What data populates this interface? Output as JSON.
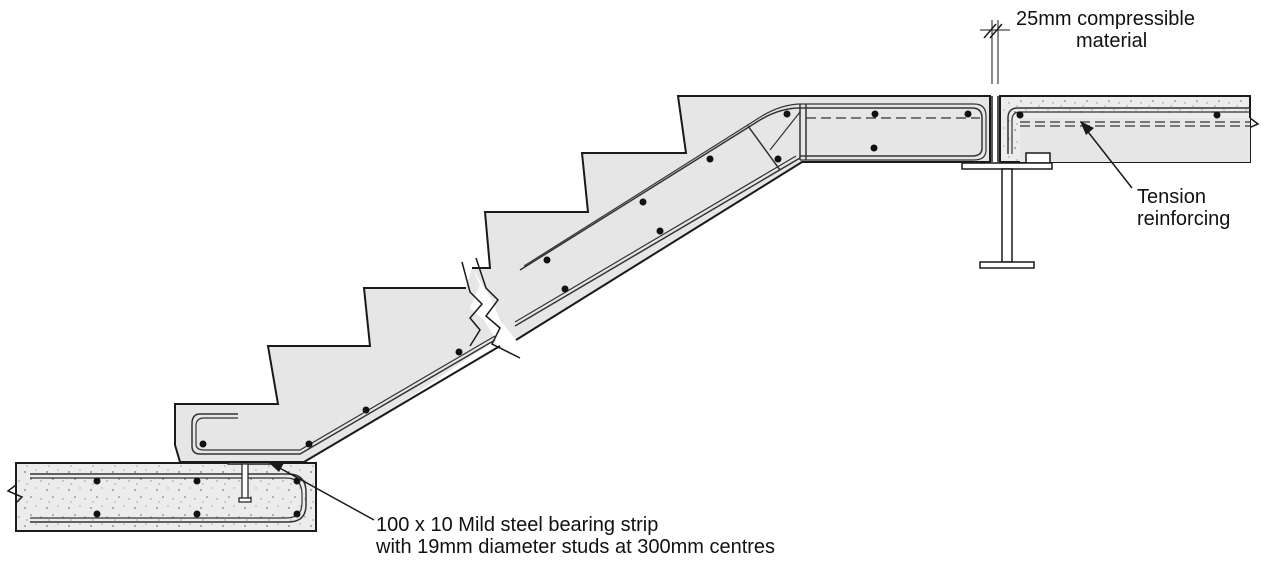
{
  "labels": {
    "compressible": {
      "line1": "25mm compressible",
      "line2": "material"
    },
    "tension": {
      "line1": "Tension",
      "line2": "reinforcing"
    },
    "bearing": {
      "line1": "100 x 10 Mild steel bearing strip",
      "line2": "with 19mm diameter studs at 300mm centres"
    }
  },
  "colors": {
    "concrete_fill": "#e6e6e6",
    "outline": "#1a1a1a",
    "rebar_dot": "#111111",
    "background": "#ffffff"
  }
}
